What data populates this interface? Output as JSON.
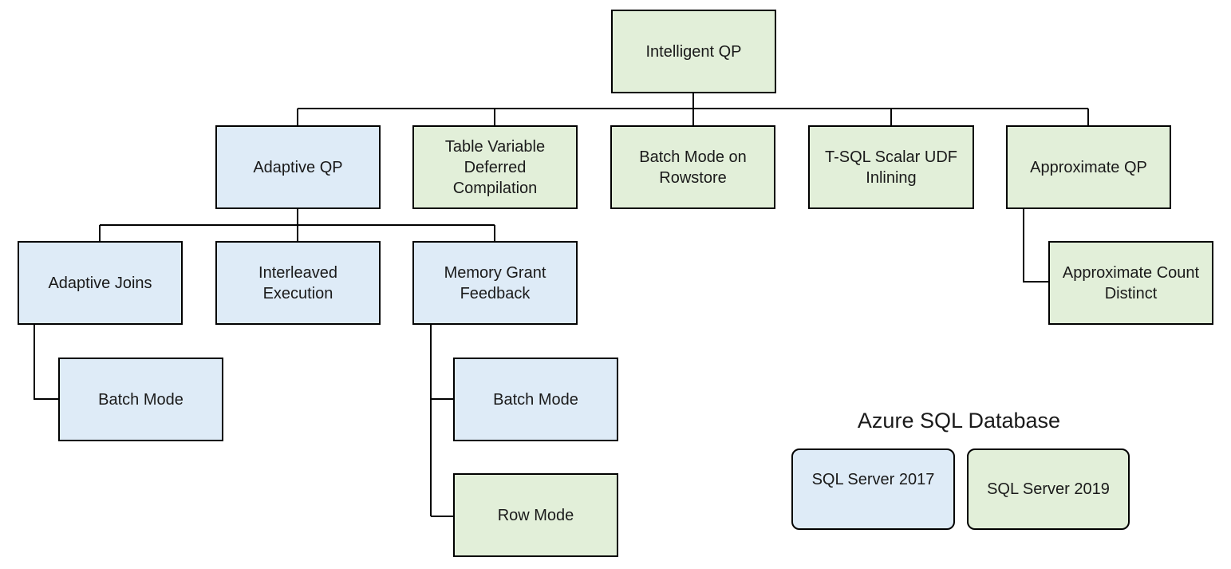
{
  "colors": {
    "blue": "#deebf7",
    "green": "#e2efd9",
    "border": "#000000",
    "connector": "#000000",
    "text": "#1a1a1a"
  },
  "legend": {
    "title": "Azure SQL Database",
    "items": [
      {
        "label": "SQL Server 2017",
        "fill": "blue"
      },
      {
        "label": "SQL Server 2019",
        "fill": "green"
      }
    ]
  },
  "diagram": {
    "type": "tree",
    "nodes": [
      {
        "id": "intelligent-qp",
        "label": "Intelligent QP",
        "fill": "green",
        "parent": null
      },
      {
        "id": "adaptive-qp",
        "label": "Adaptive QP",
        "fill": "blue",
        "parent": "intelligent-qp"
      },
      {
        "id": "table-variable-deferred-compilation",
        "label": "Table Variable Deferred Compilation",
        "fill": "green",
        "parent": "intelligent-qp"
      },
      {
        "id": "batch-mode-on-rowstore",
        "label": "Batch Mode on Rowstore",
        "fill": "green",
        "parent": "intelligent-qp"
      },
      {
        "id": "t-sql-scalar-udf-inlining",
        "label": "T-SQL Scalar UDF Inlining",
        "fill": "green",
        "parent": "intelligent-qp"
      },
      {
        "id": "approximate-qp",
        "label": "Approximate QP",
        "fill": "green",
        "parent": "intelligent-qp"
      },
      {
        "id": "adaptive-joins",
        "label": "Adaptive Joins",
        "fill": "blue",
        "parent": "adaptive-qp"
      },
      {
        "id": "interleaved-execution",
        "label": "Interleaved Execution",
        "fill": "blue",
        "parent": "adaptive-qp"
      },
      {
        "id": "memory-grant-feedback",
        "label": "Memory Grant Feedback",
        "fill": "blue",
        "parent": "adaptive-qp"
      },
      {
        "id": "approximate-count-distinct",
        "label": "Approximate Count Distinct",
        "fill": "green",
        "parent": "approximate-qp"
      },
      {
        "id": "batch-mode-adaptive-joins",
        "label": "Batch Mode",
        "fill": "blue",
        "parent": "adaptive-joins"
      },
      {
        "id": "batch-mode-memory-grant-feedback",
        "label": "Batch Mode",
        "fill": "blue",
        "parent": "memory-grant-feedback"
      },
      {
        "id": "row-mode",
        "label": "Row Mode",
        "fill": "green",
        "parent": "memory-grant-feedback"
      }
    ]
  }
}
